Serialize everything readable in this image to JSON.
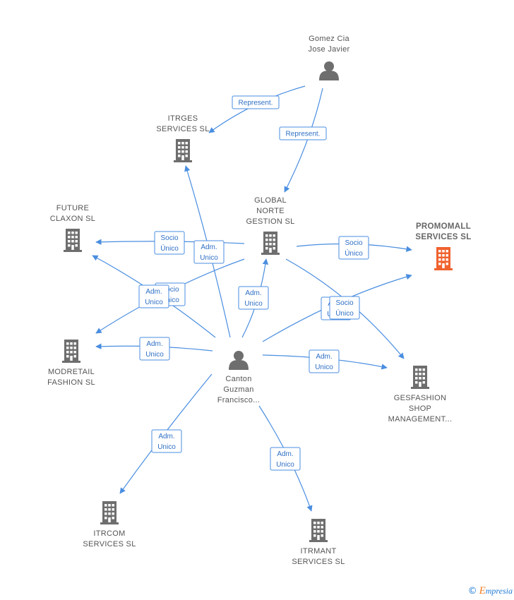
{
  "colors": {
    "edge": "#4a8ee0",
    "company": "#6e6e6e",
    "target": "#f0622e",
    "person": "#6e6e6e"
  },
  "nodes": {
    "gomez": {
      "type": "person",
      "lines": [
        "Gomez Cia",
        "Jose Javier"
      ]
    },
    "itrges": {
      "type": "company",
      "lines": [
        "ITRGES",
        "SERVICES SL"
      ]
    },
    "global": {
      "type": "company",
      "lines": [
        "GLOBAL",
        "NORTE",
        "GESTION SL"
      ]
    },
    "future": {
      "type": "company",
      "lines": [
        "FUTURE",
        "CLAXON SL"
      ]
    },
    "promomall": {
      "type": "target",
      "lines": [
        "PROMOMALL",
        "SERVICES SL"
      ]
    },
    "modretail": {
      "type": "company",
      "lines": [
        "MODRETAIL",
        "FASHION SL"
      ]
    },
    "canton": {
      "type": "person",
      "lines": [
        "Canton",
        "Guzman",
        "Francisco..."
      ]
    },
    "gesfashion": {
      "type": "company",
      "lines": [
        "GESFASHION",
        "SHOP",
        "MANAGEMENT..."
      ]
    },
    "itrcom": {
      "type": "company",
      "lines": [
        "ITRCOM",
        "SERVICES SL"
      ]
    },
    "itrmant": {
      "type": "company",
      "lines": [
        "ITRMANT",
        "SERVICES SL"
      ]
    }
  },
  "edges": [
    {
      "id": "gomez-itrges",
      "lines": [
        "Represent."
      ]
    },
    {
      "id": "gomez-global",
      "lines": [
        "Represent."
      ]
    },
    {
      "id": "global-future",
      "lines": [
        "Socio",
        "Único"
      ]
    },
    {
      "id": "canton-itrges",
      "lines": [
        "Adm.",
        "Unico"
      ]
    },
    {
      "id": "global-promomall",
      "lines": [
        "Socio",
        "Único"
      ]
    },
    {
      "id": "global-modretail",
      "lines": [
        "Socio",
        "Único"
      ]
    },
    {
      "id": "canton-future",
      "lines": [
        "Adm.",
        "Unico"
      ]
    },
    {
      "id": "canton-global",
      "lines": [
        "Adm.",
        "Unico"
      ]
    },
    {
      "id": "canton-promomall",
      "lines": [
        "Adm.",
        "Unico"
      ]
    },
    {
      "id": "global-gesfashion",
      "lines": [
        "Socio",
        "Único"
      ]
    },
    {
      "id": "canton-modretail",
      "lines": [
        "Adm.",
        "Unico"
      ]
    },
    {
      "id": "canton-gesfashion",
      "lines": [
        "Adm.",
        "Unico"
      ]
    },
    {
      "id": "canton-itrcom",
      "lines": [
        "Adm.",
        "Unico"
      ]
    },
    {
      "id": "canton-itrmant",
      "lines": [
        "Adm.",
        "Unico"
      ]
    }
  ],
  "footer": {
    "copyright_symbol": "©",
    "brand_initial": "E",
    "brand_rest": "mpresia"
  }
}
